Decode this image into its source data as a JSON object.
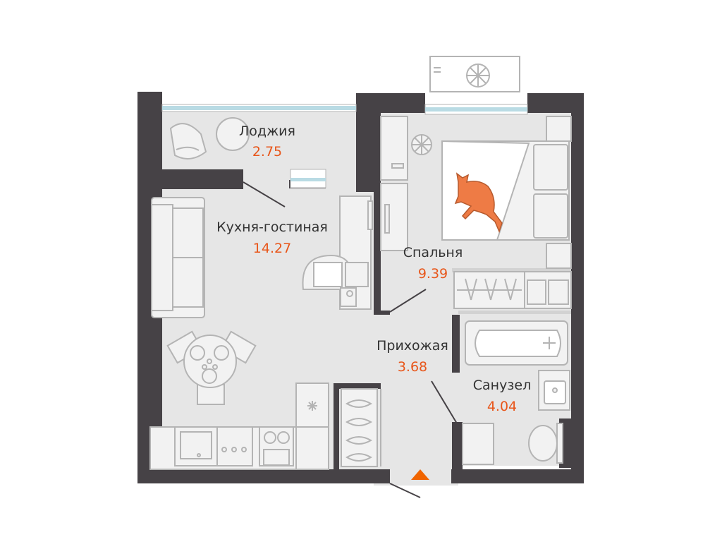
{
  "colors": {
    "wall": "#464246",
    "floor": "#e6e6e6",
    "furniture": "#f2f2f2",
    "line": "#b4b4b4",
    "accent": "#f06400",
    "area_text": "#e8561a",
    "label_text": "#333333",
    "cat": "#ee7b45"
  },
  "rooms": [
    {
      "id": "loggia",
      "name": "Лоджия",
      "area": "2.75"
    },
    {
      "id": "kitchen_living",
      "name": "Кухня-гостиная",
      "area": "14.27"
    },
    {
      "id": "bedroom",
      "name": "Спальня",
      "area": "9.39"
    },
    {
      "id": "hallway",
      "name": "Прихожая",
      "area": "3.68"
    },
    {
      "id": "bathroom",
      "name": "Санузел",
      "area": "4.04"
    }
  ],
  "icons": {
    "ac_unit": "ac-unit-icon",
    "cat": "cat-icon",
    "entrance": "entrance-triangle-icon"
  }
}
